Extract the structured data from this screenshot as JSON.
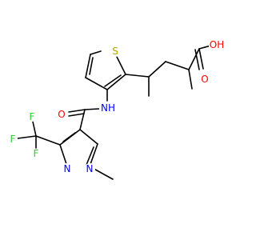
{
  "molecule": {
    "colors": {
      "bond": "#000000",
      "S": "#b5a300",
      "O": "#ff0000",
      "N": "#0000ff",
      "F": "#33cc33"
    },
    "atoms": {
      "S": "S",
      "OH": "OH",
      "O_double": "O",
      "O_amide": "O",
      "NH": "NH",
      "N_methyl": "N",
      "N_ring": "N",
      "F_top": "F",
      "F_left": "F",
      "F_bottom": "F"
    }
  }
}
